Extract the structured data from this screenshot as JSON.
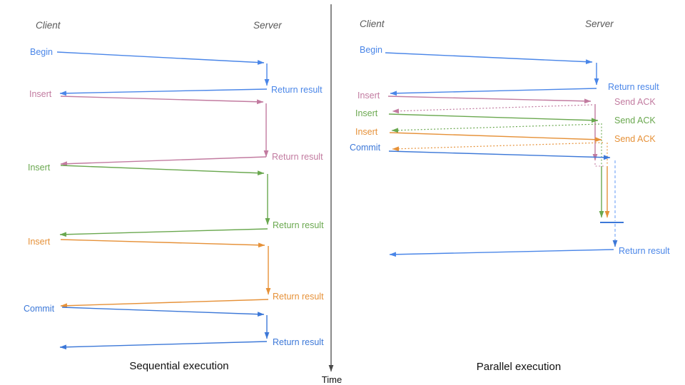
{
  "diagram": {
    "left": {
      "client": "Client",
      "server": "Server",
      "title": "Sequential execution",
      "rows": [
        {
          "request": "Begin",
          "response": "Return result",
          "color": "#4a86e8"
        },
        {
          "request": "Insert",
          "response": "Return result",
          "color": "#c27ba0"
        },
        {
          "request": "Insert",
          "response": "Return result",
          "color": "#6aa84f"
        },
        {
          "request": "Insert",
          "response": "Return result",
          "color": "#e69138"
        },
        {
          "request": "Commit",
          "response": "Return result",
          "color": "#3c78d8"
        }
      ]
    },
    "right": {
      "client": "Client",
      "server": "Server",
      "title": "Parallel execution",
      "rows": [
        {
          "request": "Begin",
          "response": "Return result",
          "color": "#4a86e8"
        },
        {
          "request": "Insert",
          "response": "Send ACK",
          "color": "#c27ba0"
        },
        {
          "request": "Insert",
          "response": "Send ACK",
          "color": "#6aa84f"
        },
        {
          "request": "Insert",
          "response": "Send ACK",
          "color": "#e69138"
        },
        {
          "request": "Commit",
          "response": "Return result",
          "color": "#3c78d8"
        }
      ]
    },
    "time_axis_label": "Time"
  },
  "colors": {
    "begin_blue": "#4a86e8",
    "commit_blue": "#3c78d8",
    "insert_pink": "#c27ba0",
    "insert_green": "#6aa84f",
    "insert_orange": "#e69138",
    "waiting_dash_blue": "#7baaf7",
    "axis_gray": "#4a4a4a",
    "lane_label_gray": "#595959",
    "title_black": "#111111"
  }
}
